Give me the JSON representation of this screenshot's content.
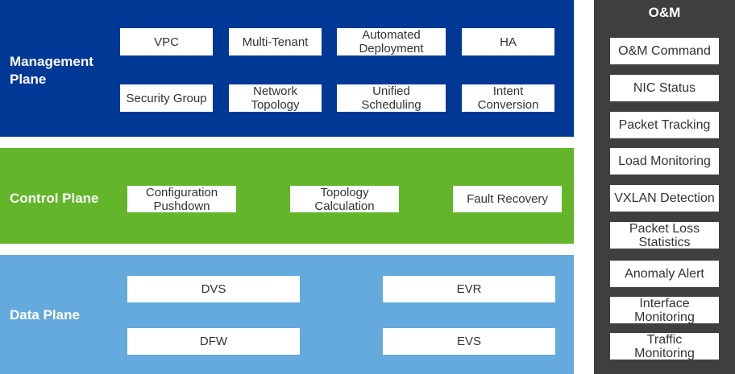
{
  "management_plane": {
    "title": "Management\nPlane",
    "items": [
      "VPC",
      "Multi-Tenant",
      "Automated\nDeployment",
      "HA",
      "Security Group",
      "Network\nTopology",
      "Unified\nScheduling",
      "Intent\nConversion"
    ]
  },
  "control_plane": {
    "title": "Control Plane",
    "items": [
      "Configuration\nPushdown",
      "Topology\nCalculation",
      "Fault Recovery"
    ]
  },
  "data_plane": {
    "title": "Data Plane",
    "items": [
      "DVS",
      "EVR",
      "DFW",
      "EVS"
    ]
  },
  "om": {
    "title": "O&M",
    "items": [
      "O&M Command",
      "NIC Status",
      "Packet Tracking",
      "Load Monitoring",
      "VXLAN Detection",
      "Packet Loss\nStatistics",
      "Anomaly Alert",
      "Interface\nMonitoring",
      "Traffic\nMonitoring"
    ]
  },
  "colors": {
    "management": "#003896",
    "control": "#63b52a",
    "data": "#65aadc",
    "om": "#3f3f3f"
  }
}
